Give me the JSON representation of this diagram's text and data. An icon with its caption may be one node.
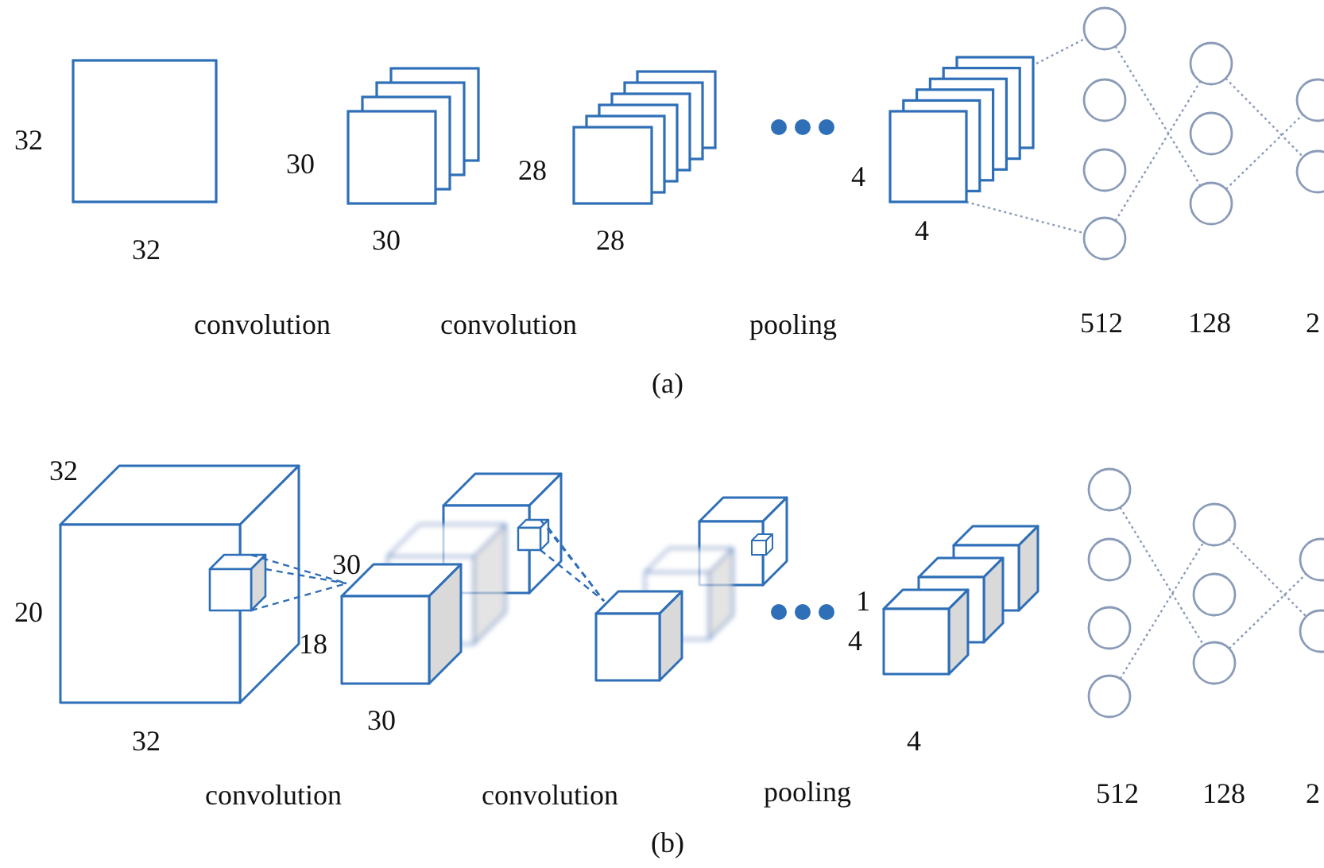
{
  "diagram": {
    "nodes": [
      {
        "text": [],
        "shape": "picture"
      },
      {
        "text": [],
        "shape": "circle"
      },
      {
        "text": [],
        "shape": "circle"
      },
      {
        "text": [],
        "shape": "circle"
      },
      {
        "text": [],
        "shape": "circle"
      },
      {
        "text": [],
        "shape": "circle"
      },
      {
        "text": [],
        "shape": "circle"
      },
      {
        "text": [],
        "shape": "circle"
      },
      {
        "text": [],
        "shape": "circle"
      },
      {
        "text": [],
        "shape": "circle"
      },
      {
        "text": [],
        "shape": "circle"
      },
      {
        "text": [],
        "shape": "circle"
      },
      {
        "text": [],
        "shape": "circle"
      },
      {
        "text": [],
        "shape": "circle"
      },
      {
        "text": [],
        "shape": "circle"
      },
      {
        "text": [],
        "shape": "circle"
      },
      {
        "text": [],
        "shape": "circle"
      },
      {
        "text": [],
        "shape": "circle"
      },
      {
        "text": [],
        "shape": "circle"
      }
    ],
    "edges": [
      {
        "from": 0,
        "to": 1,
        "arrow": "none",
        "style": "dashed"
      },
      {
        "from": 0,
        "to": 4,
        "arrow": "none",
        "style": "dashed"
      },
      {
        "from": 1,
        "to": 7,
        "arrow": "none",
        "style": "dashed"
      },
      {
        "from": 4,
        "to": 5,
        "arrow": "none",
        "style": "dashed"
      },
      {
        "from": 5,
        "to": 9,
        "arrow": "none",
        "style": "dashed"
      },
      {
        "from": 7,
        "to": 8,
        "arrow": "none",
        "style": "dashed"
      },
      {
        "from": 10,
        "to": 16,
        "arrow": "none",
        "style": "dashed"
      },
      {
        "from": 13,
        "to": 14,
        "arrow": "none",
        "style": "dashed"
      },
      {
        "from": 14,
        "to": 18,
        "arrow": "none",
        "style": "dashed"
      },
      {
        "from": 16,
        "to": 17,
        "arrow": "none",
        "style": "dashed"
      }
    ],
    "labels": [
      "32",
      "32",
      "30",
      "30",
      "28",
      "28",
      "4",
      "4",
      "convolution",
      "convolution",
      "pooling",
      "512",
      "128",
      "2",
      "(a)",
      "32",
      "20",
      "32",
      "30",
      "18",
      "30",
      "1",
      "4",
      "4",
      "convolution",
      "convolution",
      "pooling",
      "512",
      "128",
      "2",
      "(b)"
    ]
  }
}
